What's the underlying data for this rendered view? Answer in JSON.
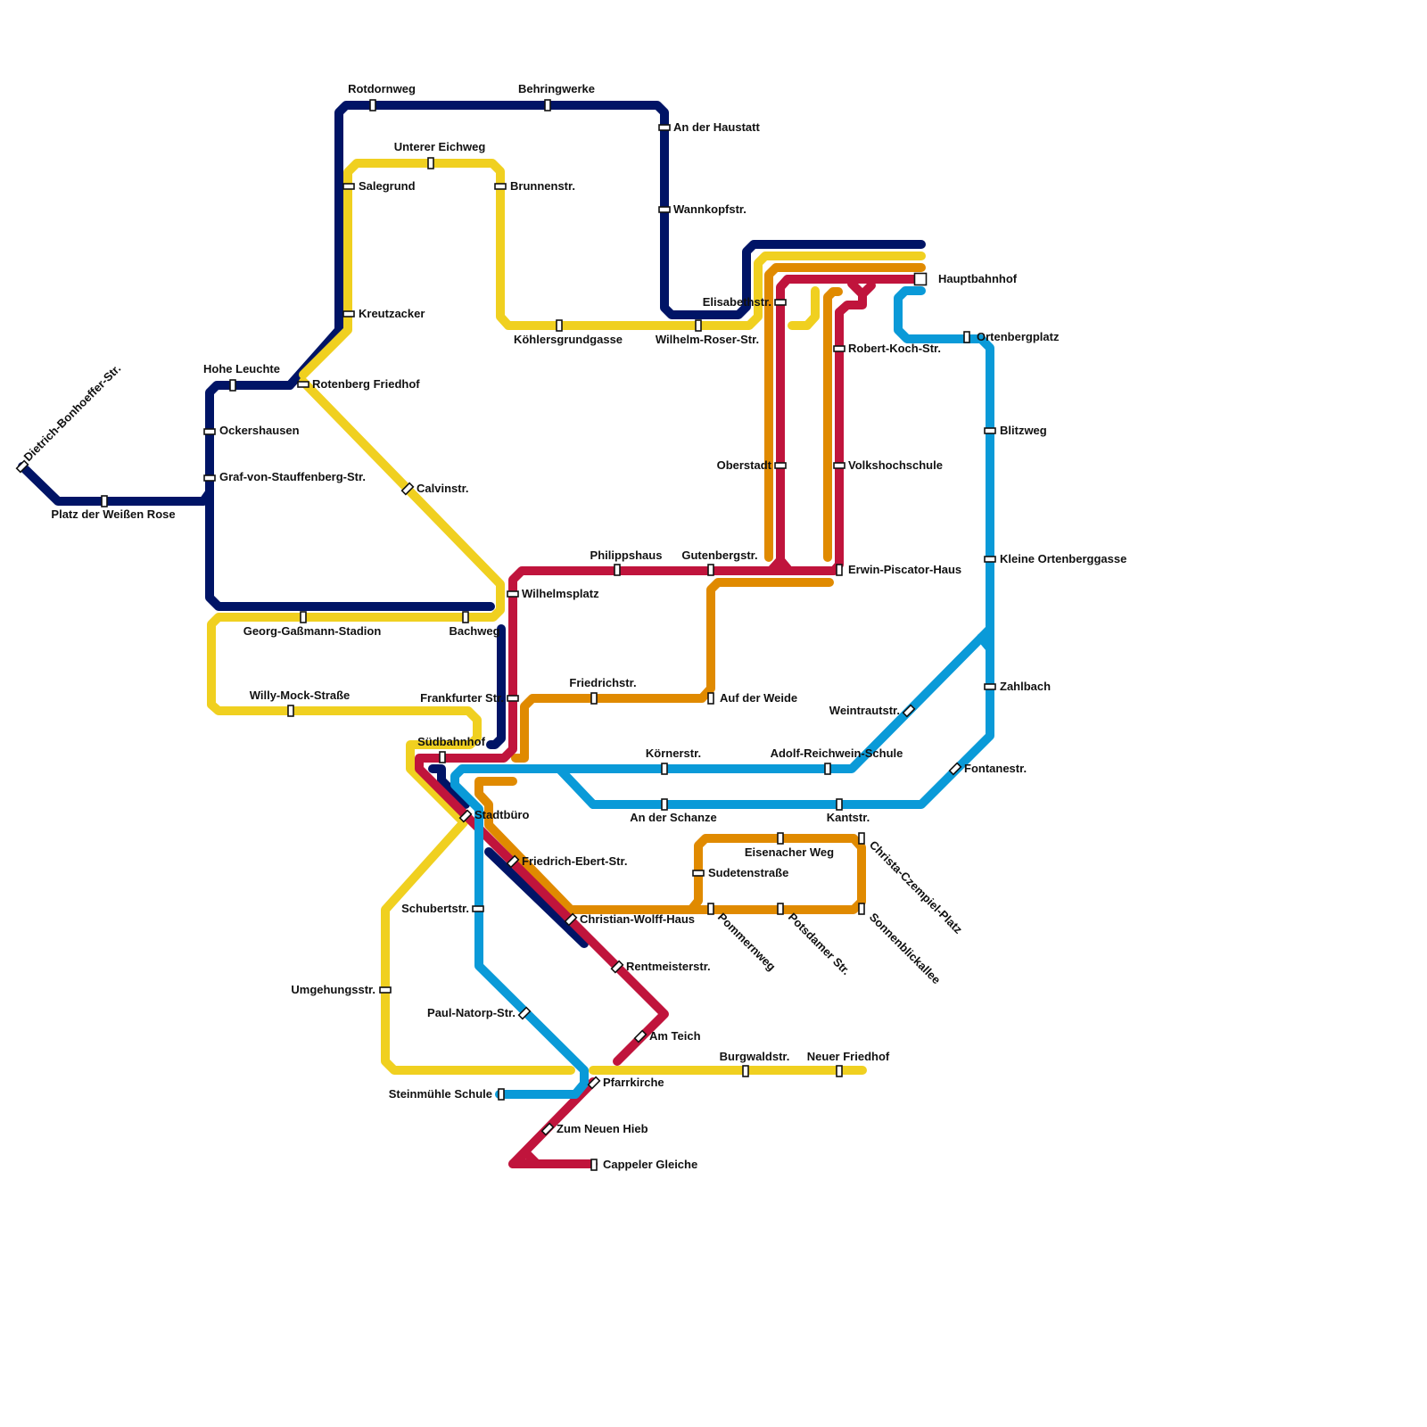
{
  "map": {
    "colors": {
      "navy": "#001466",
      "yellow": "#f0d020",
      "orange": "#e08a00",
      "red": "#c0143c",
      "blue": "#0a9ad8"
    },
    "stations": [
      "Dietrich-Bonhoeffer-Str.",
      "Platz der Weißen Rose",
      "Hohe Leuchte",
      "Ockershausen",
      "Graf-von-Stauffenberg-Str.",
      "Rotdornweg",
      "Behringwerke",
      "An der Haustatt",
      "Wannkopfstr.",
      "Unterer Eichweg",
      "Salegrund",
      "Brunnenstr.",
      "Kreutzacker",
      "Rotenberg Friedhof",
      "Calvinstr.",
      "Köhlersgrundgasse",
      "Wilhelm-Roser-Str.",
      "Elisabethstr.",
      "Hauptbahnhof",
      "Robert-Koch-Str.",
      "Ortenbergplatz",
      "Blitzweg",
      "Oberstadt",
      "Volkshochschule",
      "Kleine Ortenberggasse",
      "Erwin-Piscator-Haus",
      "Philippshaus",
      "Gutenbergstr.",
      "Wilhelmsplatz",
      "Georg-Gaßmann-Stadion",
      "Bachweg",
      "Willy-Mock-Straße",
      "Frankfurter Str.",
      "Friedrichstr.",
      "Auf der Weide",
      "Südbahnhof",
      "Körnerstr.",
      "Adolf-Reichwein-Schule",
      "Weintrautstr.",
      "Zahlbach",
      "Fontanestr.",
      "An der Schanze",
      "Kantstr.",
      "Stadtbüro",
      "Friedrich-Ebert-Str.",
      "Eisenacher Weg",
      "Christa-Czempiel-Platz",
      "Sudetenstraße",
      "Schubertstr.",
      "Christian-Wolff-Haus",
      "Pommernweg",
      "Potsdamer Str.",
      "Sonnenblickallee",
      "Rentmeisterstr.",
      "Umgehungsstr.",
      "Paul-Natorp-Str.",
      "Am Teich",
      "Burgwaldstr.",
      "Neuer Friedhof",
      "Pfarrkirche",
      "Steinmühle Schule",
      "Zum Neuen Hieb",
      "Cappeler Gleiche"
    ]
  }
}
